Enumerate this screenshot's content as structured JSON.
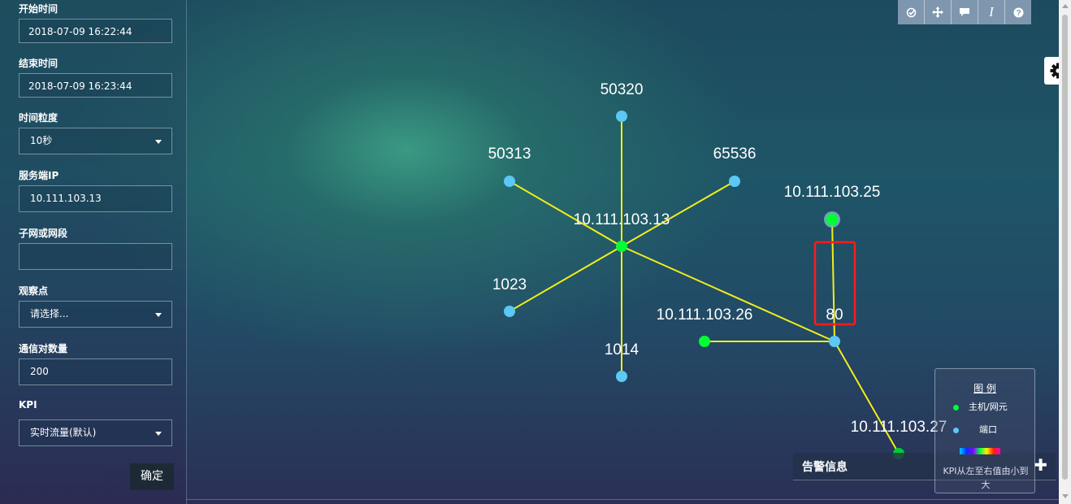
{
  "sidebar": {
    "start_time": {
      "label": "开始时间",
      "value": "2018-07-09 16:22:44"
    },
    "end_time": {
      "label": "结束时间",
      "value": "2018-07-09 16:23:44"
    },
    "granularity": {
      "label": "时间粒度",
      "value": "10秒"
    },
    "server_ip": {
      "label": "服务端IP",
      "value": "10.111.103.13"
    },
    "subnet": {
      "label": "子网或网段",
      "value": ""
    },
    "observation_point": {
      "label": "观察点",
      "value": "请选择..."
    },
    "pair_count": {
      "label": "通信对数量",
      "value": "200"
    },
    "kpi": {
      "label": "KPI",
      "value": "实时流量(默认)"
    },
    "confirm_label": "确定"
  },
  "toolbar": {
    "icons": [
      "check-icon",
      "move-icon",
      "comment-icon",
      "italic-icon",
      "help-icon"
    ]
  },
  "topology": {
    "host_color": "#00ff33",
    "port_color": "#5bc8f5",
    "link_color": "#f2ee1a",
    "highlight_color": "#ff1a1a",
    "nodes": [
      {
        "id": "n-50320",
        "label": "50320",
        "type": "port"
      },
      {
        "id": "n-50313",
        "label": "50313",
        "type": "port"
      },
      {
        "id": "n-65536",
        "label": "65536",
        "type": "port"
      },
      {
        "id": "n-center",
        "label": "10.111.103.13",
        "type": "host"
      },
      {
        "id": "n-1023",
        "label": "1023",
        "type": "port"
      },
      {
        "id": "n-1014",
        "label": "1014",
        "type": "port"
      },
      {
        "id": "n-host25",
        "label": "10.111.103.25",
        "type": "host"
      },
      {
        "id": "n-host26",
        "label": "10.111.103.26",
        "type": "host"
      },
      {
        "id": "n-80",
        "label": "80",
        "type": "port"
      },
      {
        "id": "n-host27",
        "label": "10.111.103.27",
        "type": "host"
      }
    ]
  },
  "alarm": {
    "title": "告警信息"
  },
  "legend": {
    "title": "图 例",
    "host_label": "主机/网元",
    "port_label": "端口",
    "note": "KPI从左至右值由小到大"
  }
}
